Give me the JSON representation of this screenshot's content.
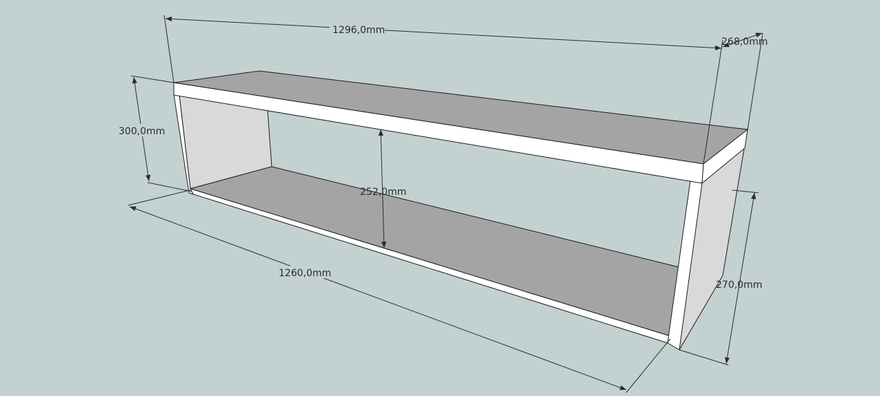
{
  "scene": {
    "background_color": "#c3d1d1",
    "colors": {
      "top_face": "#a4a4a4",
      "inner_side": "#d9d9d9",
      "front_edge": "#ffffff",
      "line": "#1a1a1a"
    }
  },
  "dimensions": {
    "overall_width": "1296,0mm",
    "depth": "268,0mm",
    "height": "300,0mm",
    "inner_height": "252,0mm",
    "bottom_length": "1260,0mm",
    "side_height": "270,0mm"
  }
}
